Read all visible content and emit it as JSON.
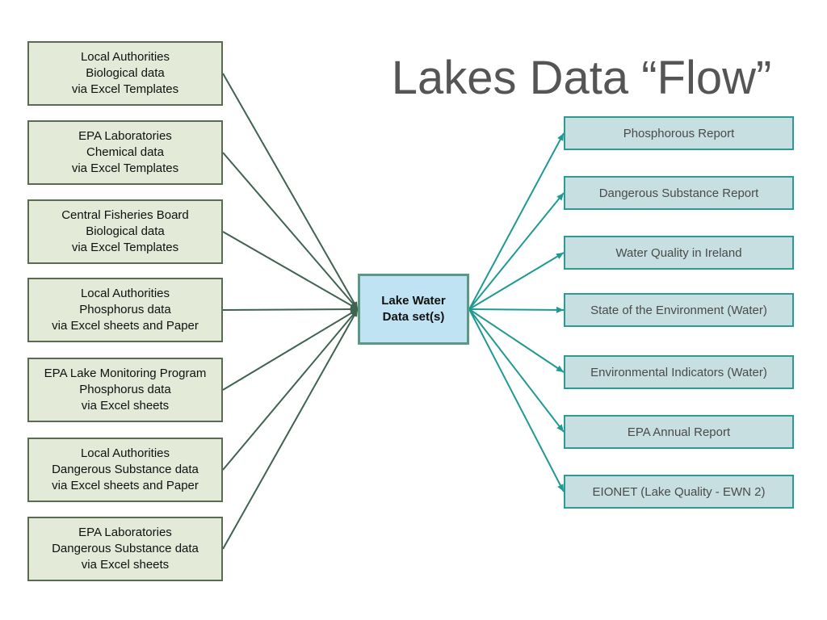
{
  "title": "Lakes Data “Flow”",
  "hub": {
    "lines": [
      "Lake Water",
      "Data set(s)"
    ]
  },
  "sources": [
    {
      "lines": [
        "Local Authorities",
        "Biological data",
        "via Excel Templates"
      ]
    },
    {
      "lines": [
        "EPA Laboratories",
        "Chemical data",
        "via Excel Templates"
      ]
    },
    {
      "lines": [
        "Central Fisheries Board",
        "Biological data",
        "via Excel Templates"
      ]
    },
    {
      "lines": [
        "Local Authorities",
        "Phosphorus data",
        "via Excel sheets and Paper"
      ]
    },
    {
      "lines": [
        "EPA Lake Monitoring Program",
        "Phosphorus data",
        "via Excel sheets"
      ]
    },
    {
      "lines": [
        "Local Authorities",
        "Dangerous Substance data",
        "via Excel sheets and Paper"
      ]
    },
    {
      "lines": [
        "EPA Laboratories",
        "Dangerous Substance data",
        "via Excel sheets"
      ]
    }
  ],
  "outputs": [
    {
      "label": "Phosphorous Report"
    },
    {
      "label": "Dangerous Substance Report"
    },
    {
      "label": "Water Quality in Ireland"
    },
    {
      "label": "State of the Environment (Water)"
    },
    {
      "label": "Environmental Indicators (Water)"
    },
    {
      "label": "EPA Annual Report"
    },
    {
      "label": "EIONET (Lake Quality - EWN 2)"
    }
  ],
  "colors": {
    "source_fill": "#e3ead8",
    "source_border": "#5a6b54",
    "hub_fill": "#bfe3f2",
    "hub_border": "#5a9a82",
    "output_fill": "#c8dfe2",
    "output_border": "#2e9a96",
    "input_line": "#3f6350",
    "output_line": "#1e9a94",
    "title": "#555555"
  }
}
